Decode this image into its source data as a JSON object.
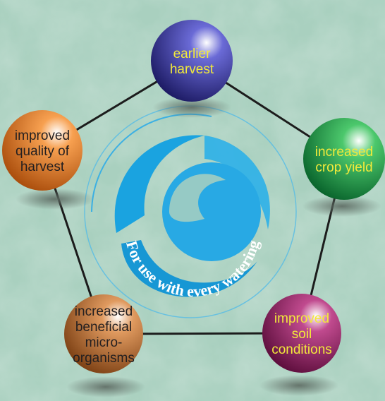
{
  "center": {
    "slogan": "For use with every watering"
  },
  "nodes": [
    {
      "id": "top",
      "lines": [
        "earlier",
        "harvest"
      ],
      "color": "#2b2a8c",
      "text_color": "#f2ea3a"
    },
    {
      "id": "right",
      "lines": [
        "increased",
        "crop yield"
      ],
      "color": "#12913d",
      "text_color": "#f2ea3a"
    },
    {
      "id": "bottom-right",
      "lines": [
        "improved",
        "soil",
        "conditions"
      ],
      "color": "#8c1a5f",
      "text_color": "#f2ea3a"
    },
    {
      "id": "bottom-left",
      "lines": [
        "increased",
        "beneficial",
        "micro-",
        "organisms"
      ],
      "color": "#b8652b",
      "text_color": "#231f20"
    },
    {
      "id": "left",
      "lines": [
        "improved",
        "quality of",
        "harvest"
      ],
      "color": "#e8731c",
      "text_color": "#231f20"
    }
  ],
  "colors": {
    "background": "#a9d0bf",
    "swirl": "#1aa3e0",
    "connector": "#1c1c1c",
    "shadow": "#7b8c82"
  }
}
